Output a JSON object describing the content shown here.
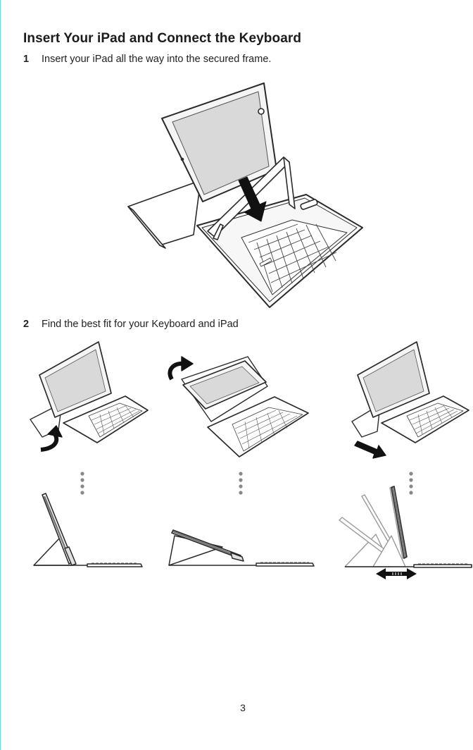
{
  "section": {
    "title": "Insert Your iPad and Connect the Keyboard"
  },
  "steps": [
    {
      "number": "1",
      "text": "Insert your iPad all the way into the secured frame."
    },
    {
      "number": "2",
      "text": "Find the best fit for your Keyboard and iPad"
    }
  ],
  "footer": {
    "page_number": "3"
  },
  "colors": {
    "ink": "#1b1b1b",
    "line": "#2a2a2a",
    "screen": "#d9d9d9",
    "accent_edge": "#7fd3e6"
  },
  "icons": [
    "down-arrow-icon",
    "curved-arrow-icon",
    "double-arrow-icon",
    "dotted-line-icon"
  ]
}
